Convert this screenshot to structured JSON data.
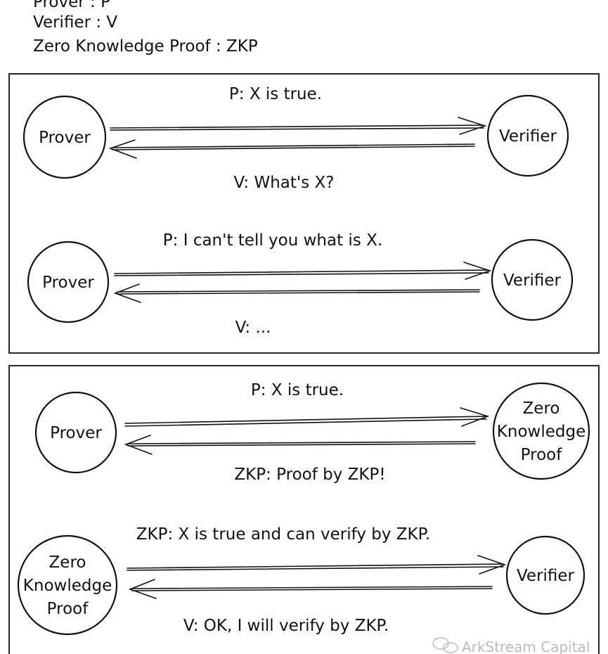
{
  "legend": {
    "prover": "Prover : P",
    "verifier": "Verifier : V",
    "zkp": "Zero Knowledge Proof : ZKP"
  },
  "panel1": {
    "row1": {
      "left": "Prover",
      "right": "Verifier",
      "top_msg": "P: X is true.",
      "bottom_msg": "V: What's X?"
    },
    "row2": {
      "left": "Prover",
      "right": "Verifier",
      "top_msg": "P: I can't tell you what is X.",
      "bottom_msg": "V: ..."
    }
  },
  "panel2": {
    "row1": {
      "left": "Prover",
      "right": [
        "Zero",
        "Knowledge",
        "Proof"
      ],
      "top_msg": "P: X is true.",
      "bottom_msg": "ZKP: Proof by ZKP!"
    },
    "row2": {
      "left": [
        "Zero",
        "Knowledge",
        "Proof"
      ],
      "right": "Verifier",
      "top_msg": "ZKP: X is true and can verify by ZKP.",
      "bottom_msg": "V: OK, I will verify by ZKP."
    }
  },
  "watermark": "ArkStream Capital"
}
